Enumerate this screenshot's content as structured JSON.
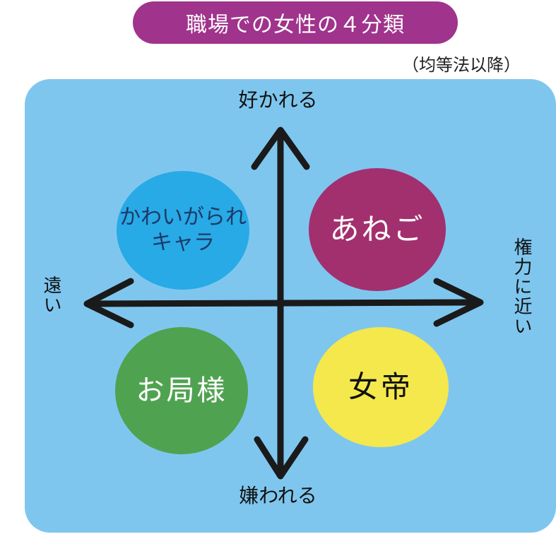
{
  "title": "職場での女性の４分類",
  "subtitle": "（均等法以降）",
  "axes": {
    "top": "好かれる",
    "bottom": "嫌われる",
    "left": "遠い",
    "right": "権力に近い"
  },
  "quadrants": {
    "top_left": "かわいがられ\nキャラ",
    "top_right": "あねご",
    "bottom_left": "お局様",
    "bottom_right": "女帝"
  },
  "colors": {
    "title_bg": "#a0338c",
    "panel_bg": "#7fc6ef",
    "arrow": "#1a1a1a",
    "top_left": "#27aae6",
    "top_right": "#a2306f",
    "bottom_left": "#4fa350",
    "bottom_right": "#f4e84c"
  }
}
